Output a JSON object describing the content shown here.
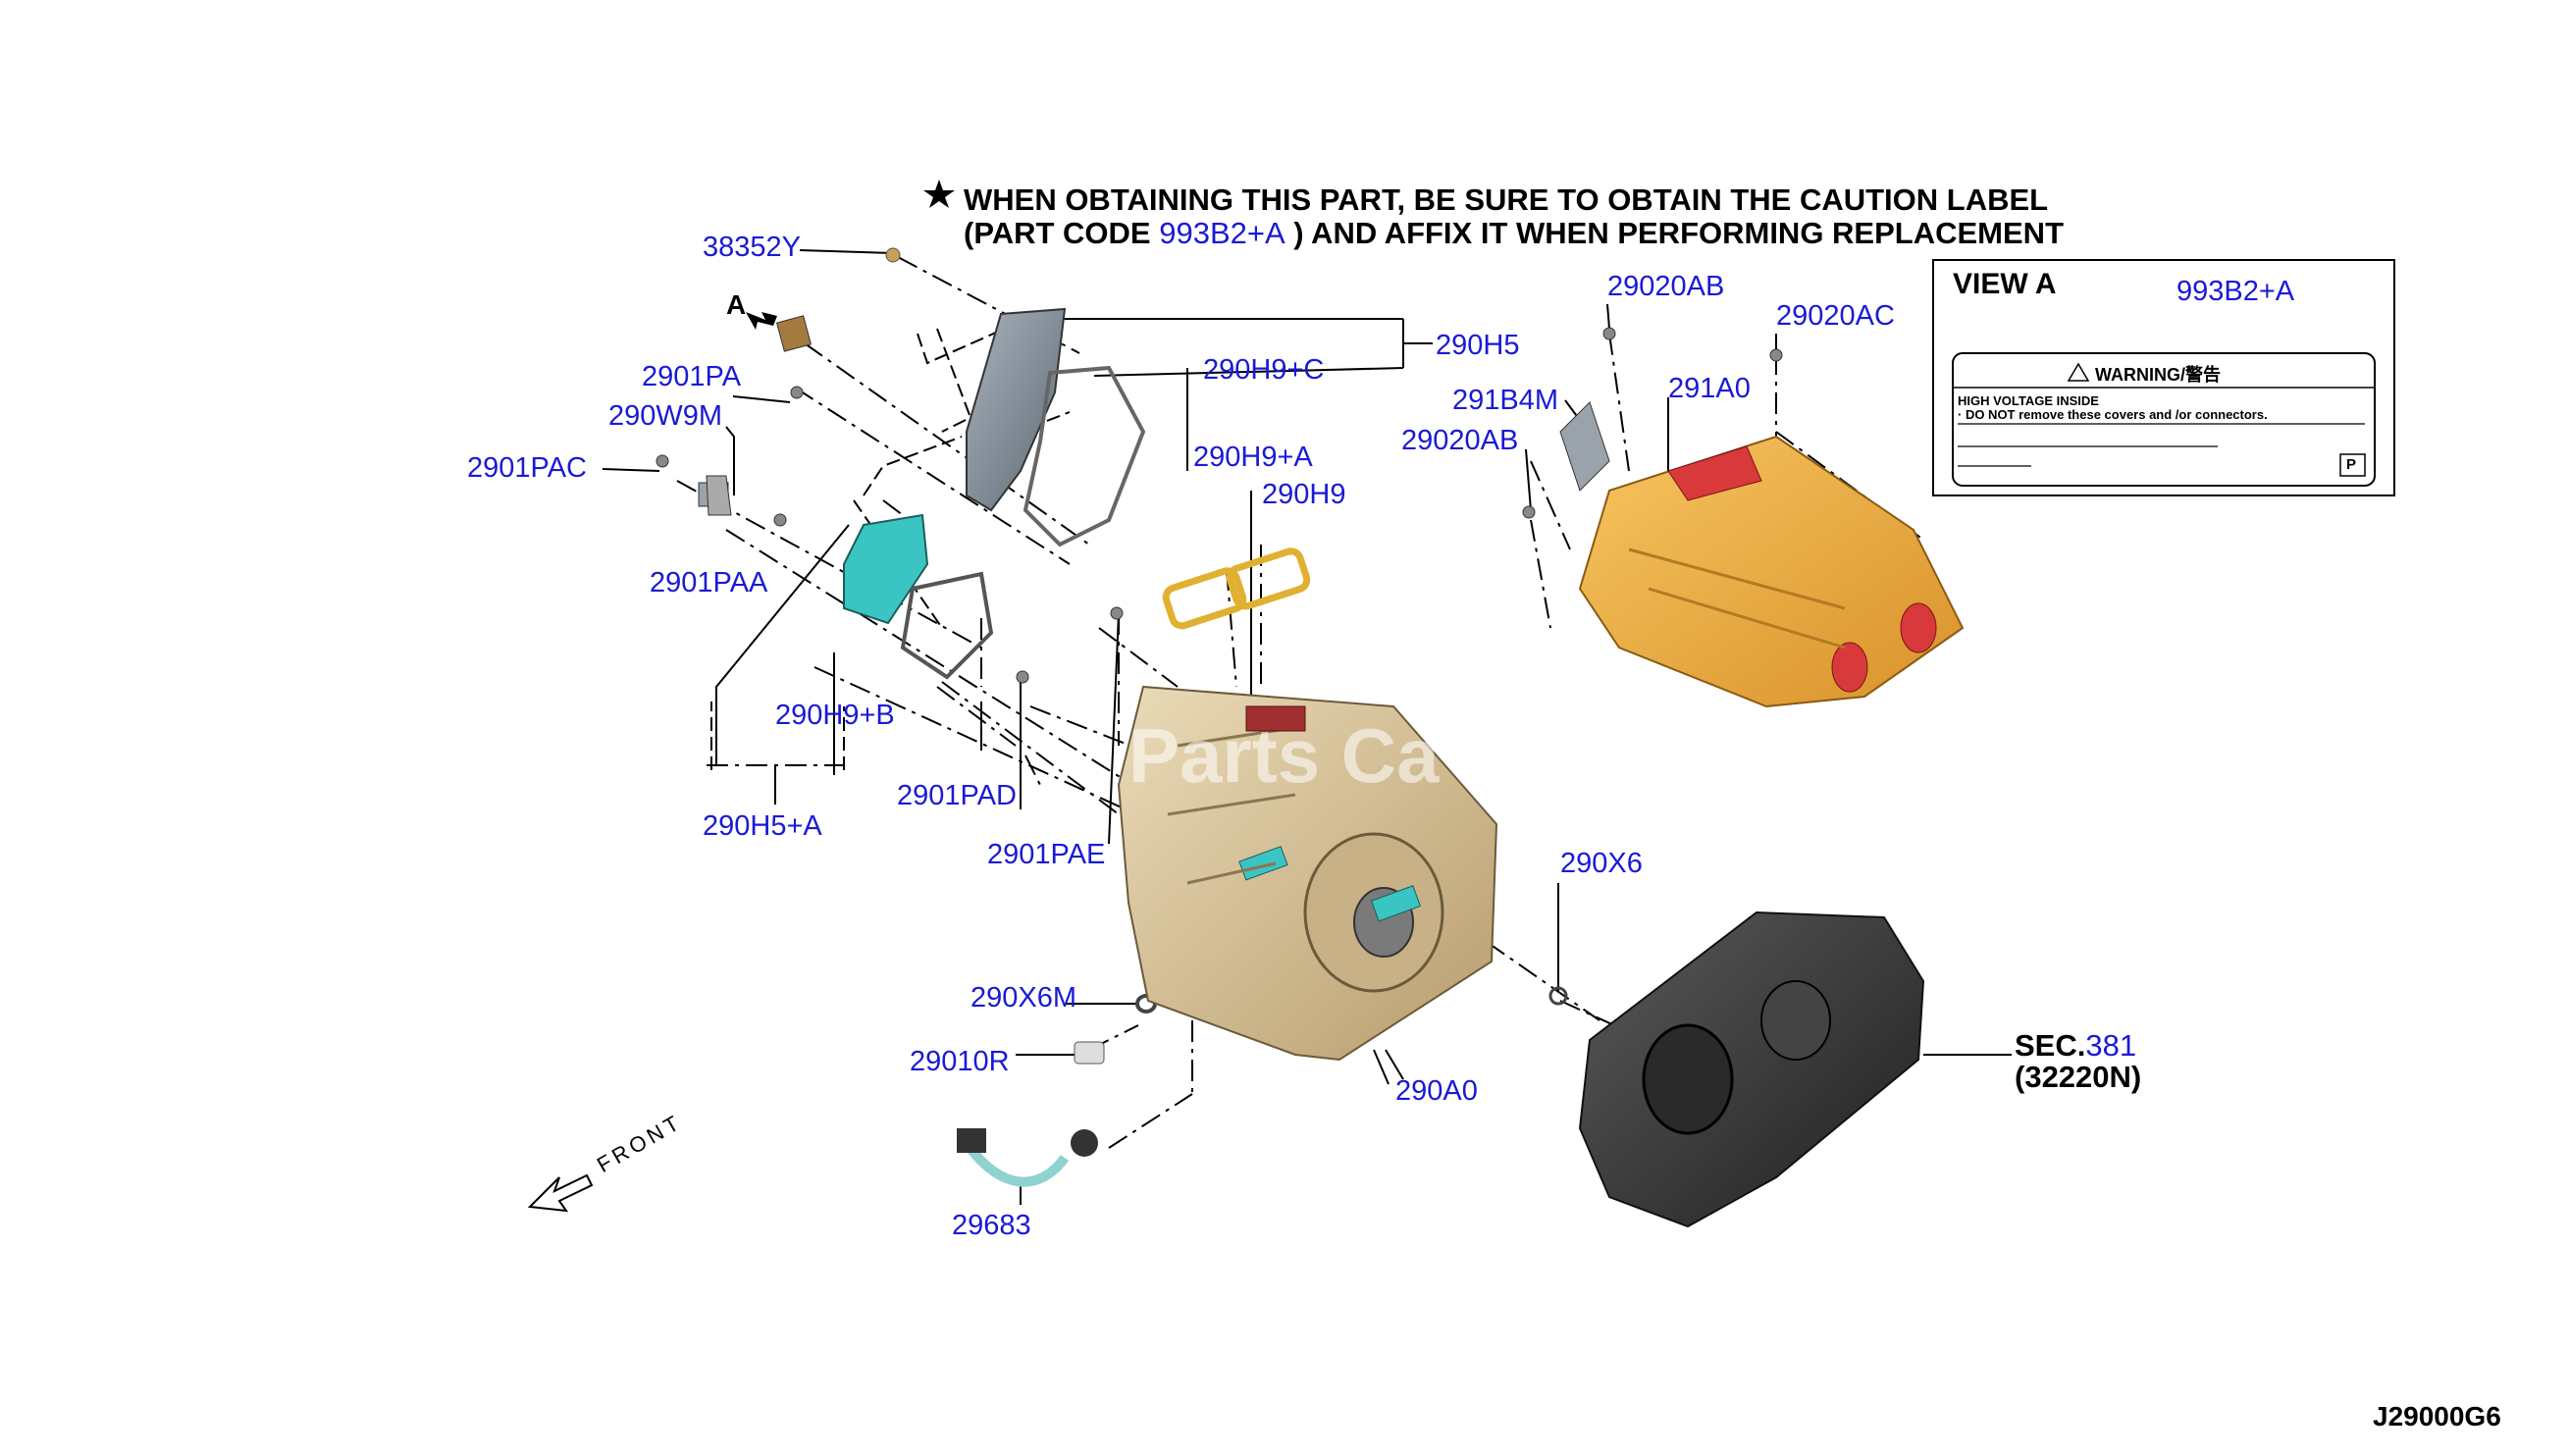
{
  "caution": {
    "star": "★",
    "line1": "WHEN OBTAINING THIS PART, BE SURE TO OBTAIN THE CAUTION LABEL",
    "line2_prefix": "(PART CODE",
    "line2_code": "993B2+A",
    "line2_suffix": ") AND AFFIX IT WHEN PERFORMING REPLACEMENT"
  },
  "view_a": {
    "title": "VIEW A",
    "part_code": "993B2+A",
    "label": {
      "warning_title": "WARNING/警告",
      "line1": "HIGH VOLTAGE INSIDE",
      "line2": "· DO NOT remove these covers and /or connectors.",
      "p_box": "P"
    }
  },
  "arrow_a_letter": "A",
  "front_label": "FRONT",
  "watermark": "Parts Ca",
  "diagram_code": "J29000G6",
  "callouts": {
    "c38352Y": "38352Y",
    "c2901PA": "2901PA",
    "c290W9M": "290W9M",
    "c2901PAC": "2901PAC",
    "c2901PAA": "2901PAA",
    "c290H9B": "290H9+B",
    "c290H5A": "290H5+A",
    "c2901PAD": "2901PAD",
    "c2901PAE": "2901PAE",
    "c290H5": "290H5",
    "c290H9C": "290H9+C",
    "c290H9A": "290H9+A",
    "c290H9": "290H9",
    "c29020AB_top": "29020AB",
    "c29020AC": "29020AC",
    "c291B4M": "291B4M",
    "c291A0": "291A0",
    "c29020AB_left": "29020AB",
    "c290X6": "290X6",
    "c290X6M": "290X6M",
    "c29010R": "29010R",
    "c290A0": "290A0",
    "c29683": "29683"
  },
  "sec_ref": {
    "prefix": "SEC.",
    "number": "381",
    "code": "(32220N)"
  }
}
